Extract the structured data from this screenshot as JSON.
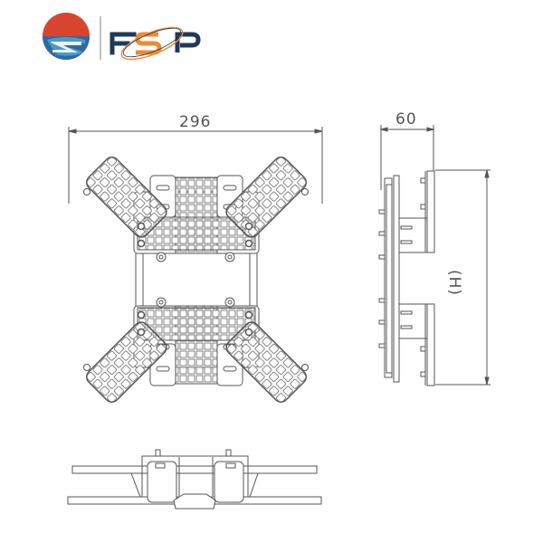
{
  "logo": {
    "brand": "FSP",
    "colors": {
      "red": "#d9442e",
      "blue_dark": "#1f4f82",
      "blue_light": "#4a9acb",
      "navy": "#1e3a5a",
      "orange": "#f08a2e",
      "divider": "#888888"
    }
  },
  "drawing": {
    "front_view": {
      "width_label": "296"
    },
    "side_view": {
      "depth_label": "60",
      "height_label": "(H)"
    },
    "bottom_view": {},
    "line_color": "#555555"
  }
}
